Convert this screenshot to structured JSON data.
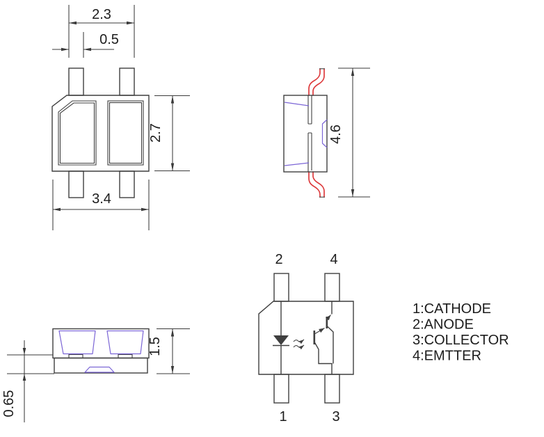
{
  "colors": {
    "line": "#3f3f3f",
    "dim": "#3a3a3a",
    "red": "#dd3b3d",
    "purple": "#7c66d6",
    "text": "#1c1c1c",
    "background": "#ffffff"
  },
  "views": {
    "top": {
      "dimensions": {
        "lead_span": "2.3",
        "lead_width": "0.5",
        "body_height": "2.7",
        "body_width": "3.4"
      }
    },
    "side": {
      "dimensions": {
        "overall_height": "4.6"
      }
    },
    "front": {
      "dimensions": {
        "body_height": "1.5",
        "base_height": "0.65"
      }
    },
    "schematic": {
      "pins": {
        "top_left": "2",
        "top_right": "4",
        "bottom_left": "1",
        "bottom_right": "3"
      }
    }
  },
  "legend": {
    "lines": [
      "1:CATHODE",
      "2:ANODE",
      "3:COLLECTOR",
      "4:EMTTER"
    ]
  }
}
